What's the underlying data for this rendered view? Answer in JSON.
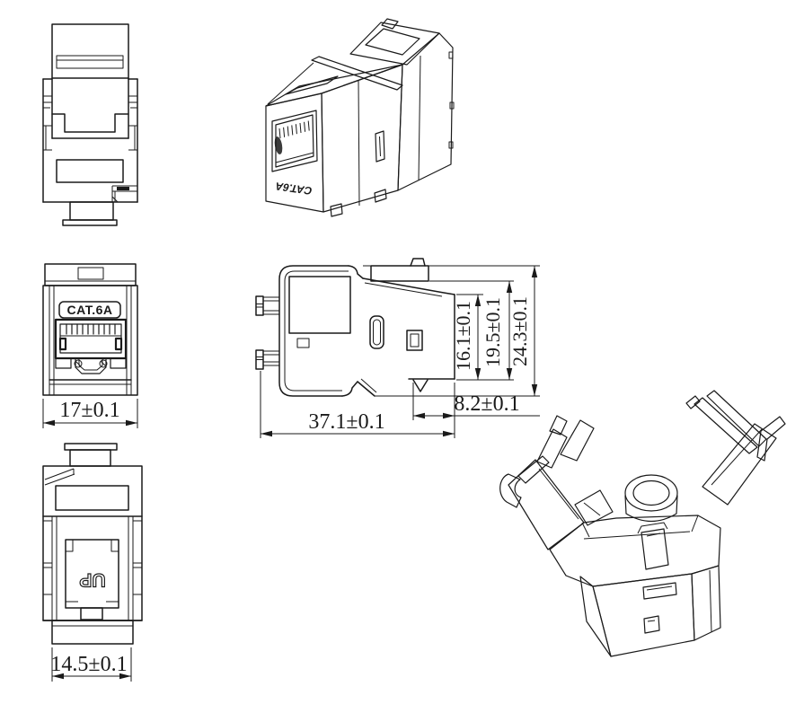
{
  "document": {
    "type": "technical drawing",
    "subject": "CAT.6A keystone jack — multi-view dimensioned drawing",
    "background_color": "#ffffff",
    "line_color": "#1a1a1a"
  },
  "labels": {
    "front_panel": "CAT.6A",
    "iso_front": "CAT.6A",
    "rear_orientation": "UP"
  },
  "dimensions": {
    "front_width": "17±0.1",
    "total_depth": "37.1±0.1",
    "rear_cap_depth": "8.2±0.1",
    "body_height": "16.1±0.1",
    "latch_height": "19.5±0.1",
    "overall_height": "24.3±0.1",
    "rear_width": "14.5±0.1"
  }
}
